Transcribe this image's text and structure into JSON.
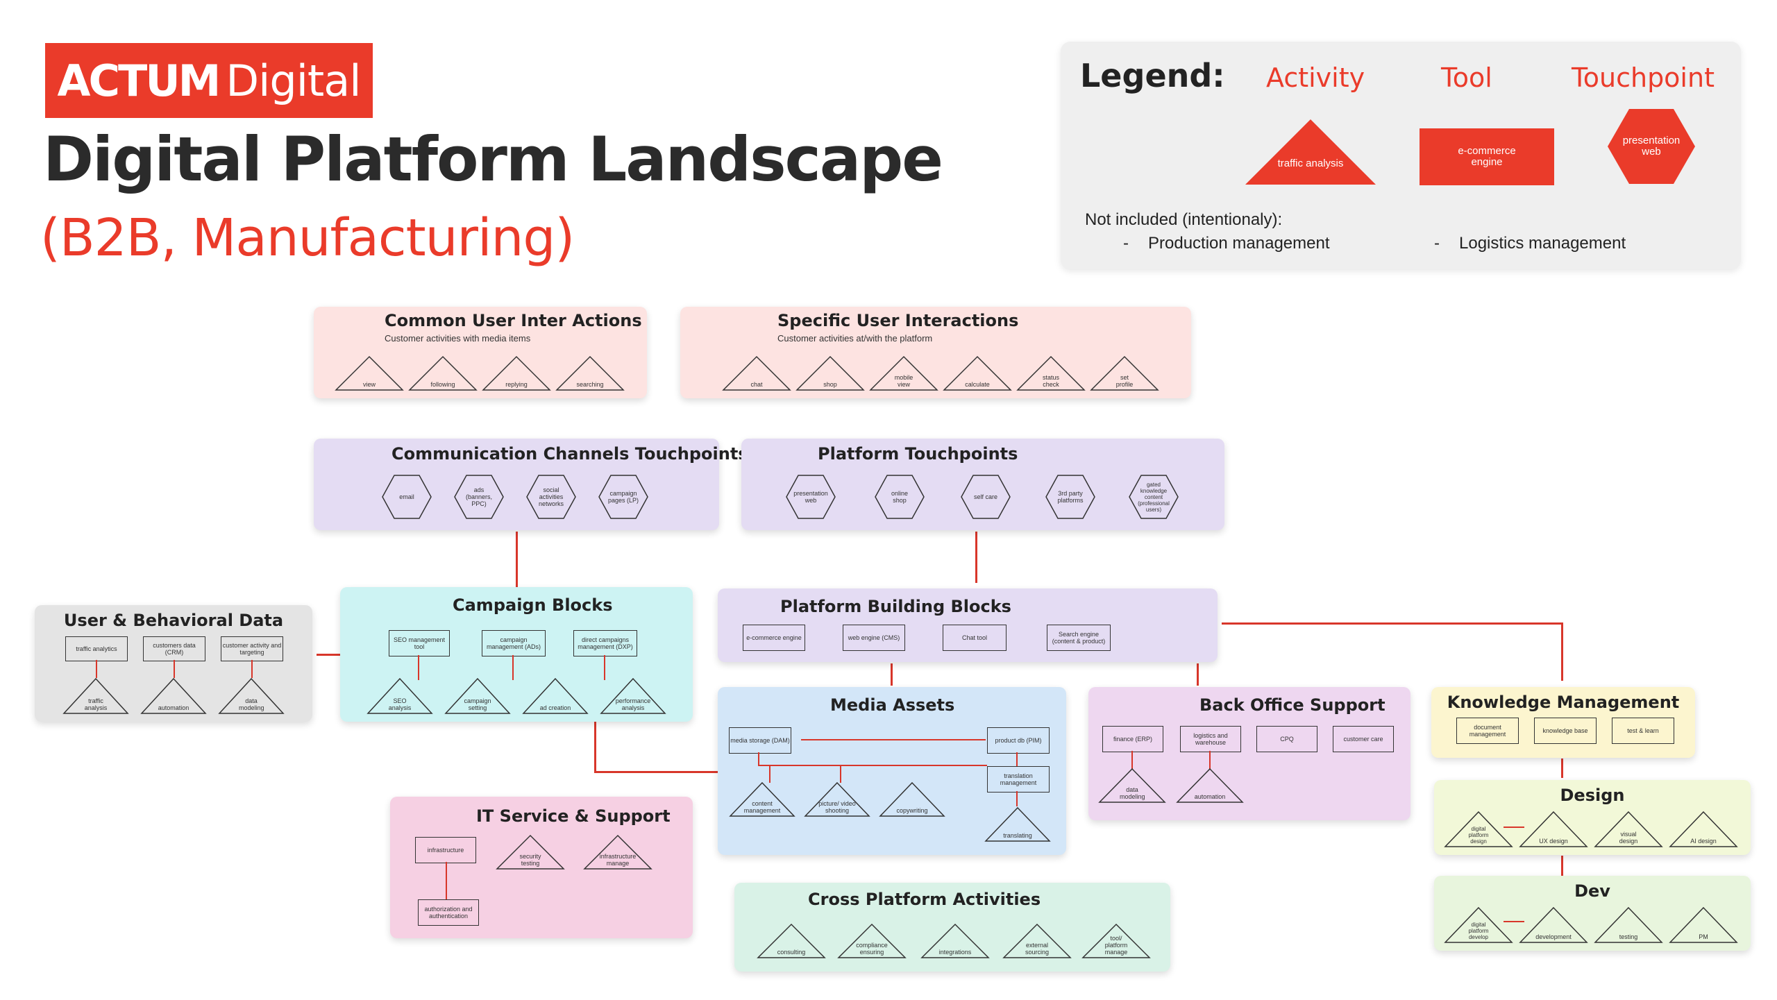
{
  "header": {
    "logo_bold": "ACTUM",
    "logo_light": "Digital",
    "title": "Digital Platform Landscape",
    "subtitle": "(B2B, Manufacturing)"
  },
  "legend": {
    "title": "Legend:",
    "activity_label": "Activity",
    "tool_label": "Tool",
    "touchpoint_label": "Touchpoint",
    "activity_example": "traffic analysis",
    "tool_example": "e-commerce engine",
    "touchpoint_example": "presentation web",
    "not_included_title": "Not included (intentionaly):",
    "excluded_1": "Production management",
    "excluded_2": "Logistics management",
    "dash": "-"
  },
  "colors": {
    "accent": "#ea3b2a",
    "connector": "#d8362a",
    "pink": "#fde3e1",
    "purple": "#e4dcf3",
    "cyan": "#cdf3f3",
    "gray": "#e4e4e4",
    "blue": "#d3e6f8",
    "magenta": "#f6d0e3",
    "lilac": "#eed7f0",
    "yellow": "#fcf5cf",
    "lime": "#f2f8d8",
    "green": "#e8f5dd",
    "mint": "#d9f2e7"
  },
  "boxes": {
    "common": {
      "title": "Common User Inter Actions",
      "subtitle": "Customer activities with media items",
      "items": [
        "view",
        "following",
        "replying",
        "searching"
      ]
    },
    "specific": {
      "title": "Specific User Interactions",
      "subtitle": "Customer activities at/with the platform",
      "items": [
        "chat",
        "shop",
        "mobile view",
        "calculate",
        "status check",
        "set profile"
      ]
    },
    "comm_channels": {
      "title": "Communication Channels Touchpoints",
      "items": [
        "email",
        "ads (banners, PPC)",
        "social activities networks",
        "campaign pages (LP)"
      ]
    },
    "platform_touchpoints": {
      "title": "Platform Touchpoints",
      "items": [
        "presentation web",
        "online shop",
        "self care",
        "3rd party platforms",
        "gated knowledge content (professional users)"
      ]
    },
    "user_data": {
      "title": "User & Behavioral Data",
      "tools": [
        "traffic analytics",
        "customers data (CRM)",
        "customer activity and targeting"
      ],
      "activities": [
        "traffic analysis",
        "automation",
        "data modeling"
      ]
    },
    "campaign": {
      "title": "Campaign Blocks",
      "tools": [
        "SEO management tool",
        "campaign management (ADs)",
        "direct campaigns management (DXP)"
      ],
      "activities": [
        "SEO analysis",
        "campaign setting",
        "ad creation",
        "performance analysis"
      ]
    },
    "building": {
      "title": "Platform Building Blocks",
      "tools": [
        "e-commerce engine",
        "web engine (CMS)",
        "Chat tool",
        "Search engine (content & product)"
      ]
    },
    "media": {
      "title": "Media Assets",
      "tools": [
        "media storage (DAM)",
        "product db (PIM)",
        "translation management"
      ],
      "activities": [
        "content management",
        "picture/ video shooting",
        "copywriting",
        "translating"
      ]
    },
    "backoffice": {
      "title": "Back Office Support",
      "tools": [
        "finance (ERP)",
        "logistics and warehouse",
        "CPQ",
        "customer care"
      ],
      "activities": [
        "data modeling",
        "automation"
      ]
    },
    "knowledge": {
      "title": "Knowledge Management",
      "tools": [
        "document management",
        "knowledge base",
        "test & learn"
      ]
    },
    "design": {
      "title": "Design",
      "activities": [
        "digital platform design",
        "UX design",
        "visual design",
        "AI design"
      ]
    },
    "dev": {
      "title": "Dev",
      "activities": [
        "digital platform develop",
        "development",
        "testing",
        "PM"
      ]
    },
    "it": {
      "title": "IT Service & Support",
      "tools": [
        "infrastructure",
        "authorization and authentication"
      ],
      "activities": [
        "security testing",
        "infrastructure manage"
      ]
    },
    "cross": {
      "title": "Cross Platform Activities",
      "activities": [
        "consulting",
        "compliance ensuring",
        "integrations",
        "external sourcing",
        "tool/ platform manage"
      ]
    }
  }
}
